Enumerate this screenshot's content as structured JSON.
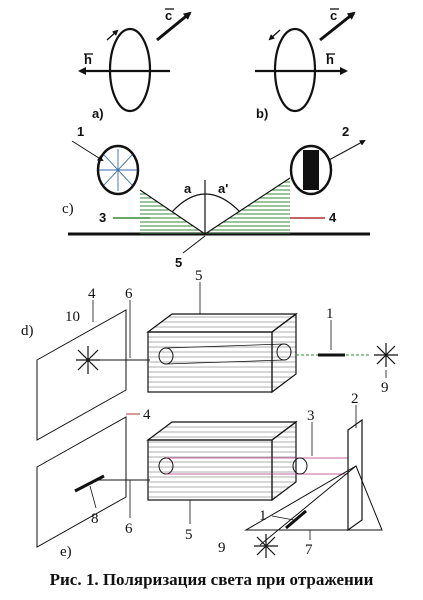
{
  "caption": "Рис. 1. Поляризация света при отражении",
  "vectors": {
    "h": "h",
    "c": "c"
  },
  "panels": {
    "a": "a)",
    "b": "b)",
    "c": "c)",
    "d": "d)",
    "e": "e)"
  },
  "angles": {
    "incident": "a",
    "reflected": "a'"
  },
  "numbers": {
    "c1": "1",
    "c2": "2",
    "c3": "3",
    "c4": "4",
    "c5": "5",
    "d4": "4",
    "d6": "6",
    "d5": "5",
    "d10": "10",
    "d1": "1",
    "d9": "9",
    "e4": "4",
    "e3": "3",
    "e2": "2",
    "e8": "8",
    "e6": "6",
    "e5": "5",
    "e1": "1",
    "e9": "9",
    "e7": "7"
  }
}
